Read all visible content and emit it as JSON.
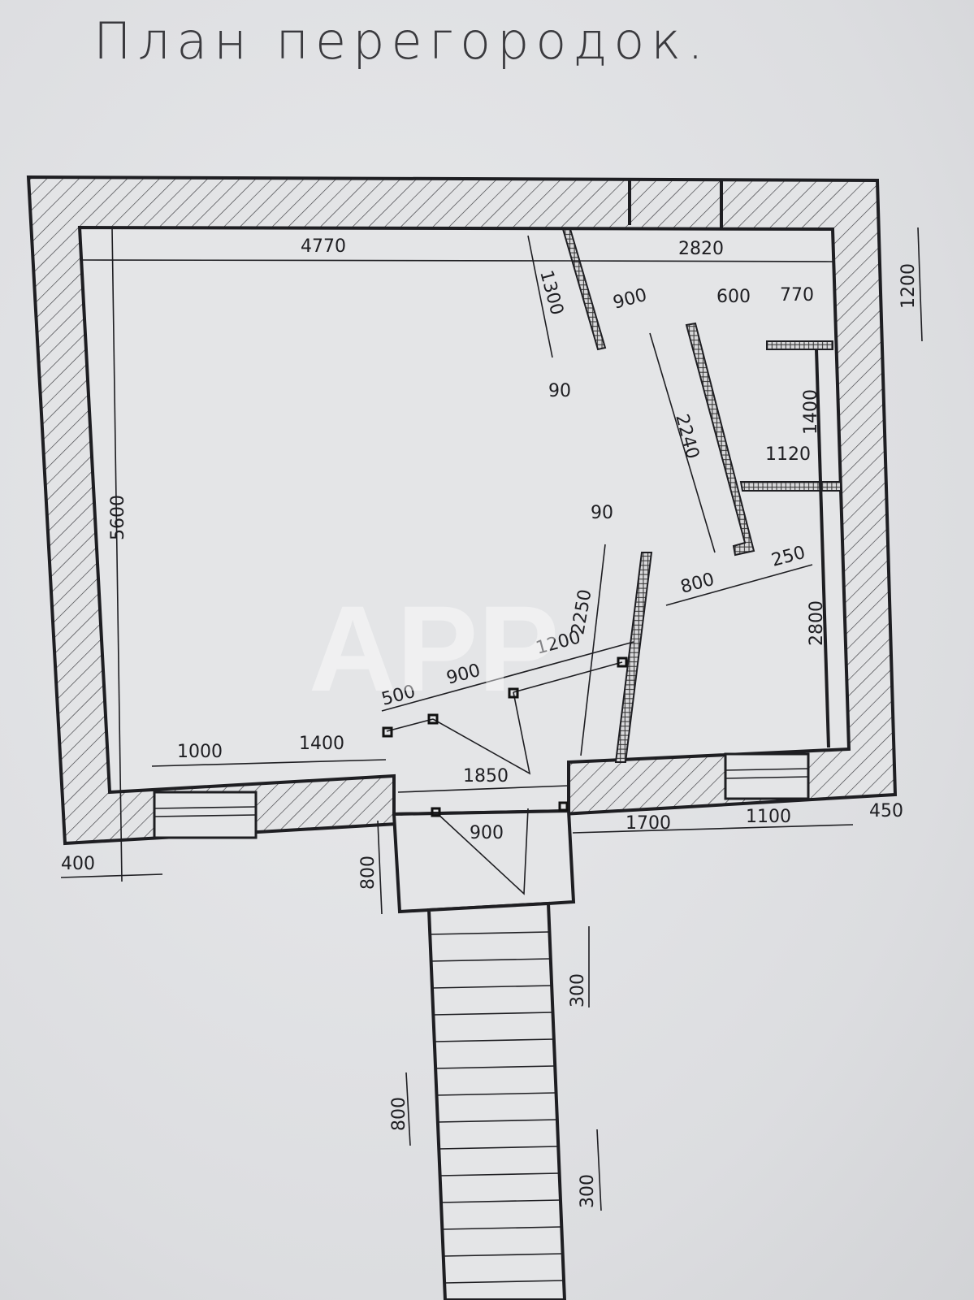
{
  "title": "План перегородок.",
  "watermark": "APP",
  "dimensions": {
    "top_left_length": "4770",
    "top_right_length": "2820",
    "right_top_offset": "1200",
    "diag_wall_length": "1300",
    "diag_gap": "900",
    "closet_width": "600",
    "closet_right": "770",
    "wall_thickness_top": "90",
    "closet_wall_length": "2240",
    "closet_depth": "1400",
    "closet_shelf": "1120",
    "wall_thickness_mid": "90",
    "closet_bottom": "800",
    "closet_return": "250",
    "right_lower": "2800",
    "left_height": "5600",
    "partition_right": "1200",
    "partition_height": "2250",
    "partition_door": "900",
    "partition_left": "500",
    "entrance_width": "1850",
    "window_left": "1000",
    "wall_left": "1400",
    "vestibule_door": "900",
    "wall_right": "1700",
    "window_right": "1100",
    "corner_right": "450",
    "corner_left": "400",
    "vestibule_depth": "800",
    "stair_step_top": "300",
    "stair_flight": "800",
    "stair_step_bottom": "300"
  }
}
